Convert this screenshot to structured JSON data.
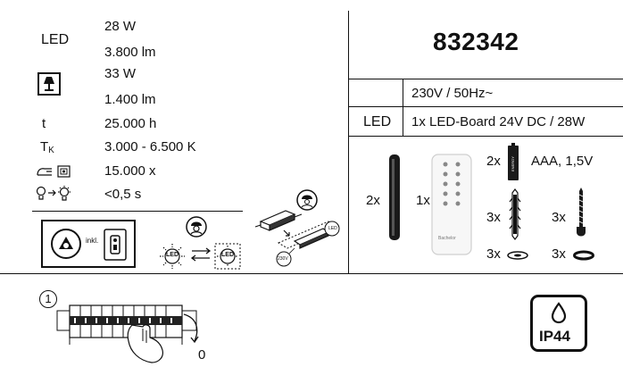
{
  "specs": {
    "led": {
      "label": "LED",
      "power": "28 W",
      "lumen": "3.800 lm"
    },
    "lamp": {
      "icon": "table-lamp-icon",
      "power": "33 W",
      "lumen": "1.400 lm"
    },
    "lifetime": {
      "label": "t",
      "value": "25.000 h"
    },
    "color_temp": {
      "label": "T",
      "sub": "K",
      "value": "3.000 - 6.500 K"
    },
    "switching": {
      "icon": "switch-cycles-icon",
      "value": "15.000 x"
    },
    "startup": {
      "icon": "bulb-start-icon",
      "value": "<0,5 s"
    }
  },
  "remote_panel": {
    "inkl_label": "inkl."
  },
  "swap": {
    "led_left": "LED",
    "led_right": "LED",
    "module_label": "LED",
    "driver_label": "230V"
  },
  "article": {
    "number": "832342"
  },
  "electrical": {
    "voltage": "230V / 50Hz~",
    "led_label": "LED",
    "led_board": "1x LED-Board 24V DC / 28W"
  },
  "contents": {
    "tube_qty": "2x",
    "remote_qty": "1x",
    "remote_brand": "Bachelor",
    "battery_qty": "2x",
    "battery_type": "AAA, 1,5V",
    "battery_brand": "ENERGY",
    "dowel_qty": "3x",
    "screw_qty": "3x",
    "washer_qty": "3x",
    "ring_qty": "3x"
  },
  "install": {
    "step": "1",
    "off_value": "0"
  },
  "ip_rating": {
    "label": "IP44"
  }
}
